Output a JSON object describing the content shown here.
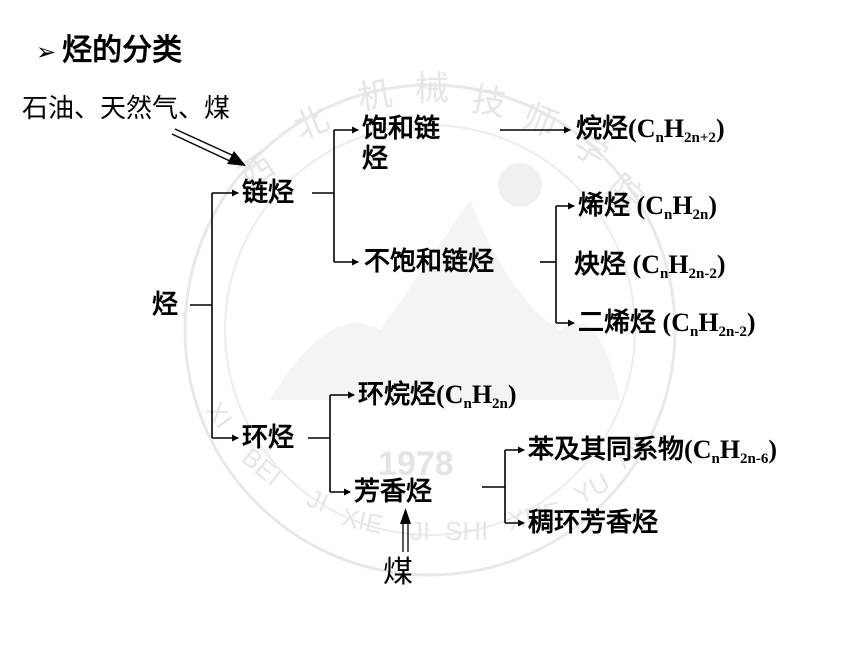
{
  "title": {
    "marker": "➢",
    "text": "烃的分类"
  },
  "source_petroleum": "石油、天然气、煤",
  "source_coal": "煤",
  "root": "烃",
  "chain": "链烃",
  "ring": "环烃",
  "saturated_chain": {
    "line1": "饱和链",
    "line2": "烃"
  },
  "unsaturated_chain": "不饱和链烃",
  "alkane": {
    "name": "烷烃",
    "open": "(",
    "c": "C",
    "n1": "n",
    "h": "H",
    "n2": "2n+2",
    "close": ")"
  },
  "alkene": {
    "name": "烯烃",
    "open": " (",
    "c": "C",
    "n1": "n",
    "h": "H",
    "n2": "2n",
    "close": ")"
  },
  "alkyne": {
    "name": "炔烃",
    "open": " (",
    "c": "C",
    "n1": "n",
    "h": "H",
    "n2": "2n-2",
    "close": ")"
  },
  "diene": {
    "name": "二烯烃",
    "open": " (",
    "c": "C",
    "n1": "n",
    "h": "H",
    "n2": "2n-2",
    "close": ")"
  },
  "cycloalkane": {
    "name": "环烷烃",
    "open": "(",
    "c": "C",
    "n1": "n",
    "h": "H",
    "n2": "2n",
    "close": ")"
  },
  "aromatic": "芳香烃",
  "benzene": {
    "name": "苯及其同系物",
    "open": "(",
    "c": "C",
    "n1": "n",
    "h": "H",
    "n2": "2n-6",
    "close": ")"
  },
  "fused_aromatic": "稠环芳香烃",
  "watermark": {
    "characters": [
      "西",
      "北",
      "机",
      "械",
      "技",
      "师",
      "学",
      "院"
    ],
    "year": "1978",
    "pinyin": "XIBEI JI XIE JI SHI XUE YUAN"
  }
}
